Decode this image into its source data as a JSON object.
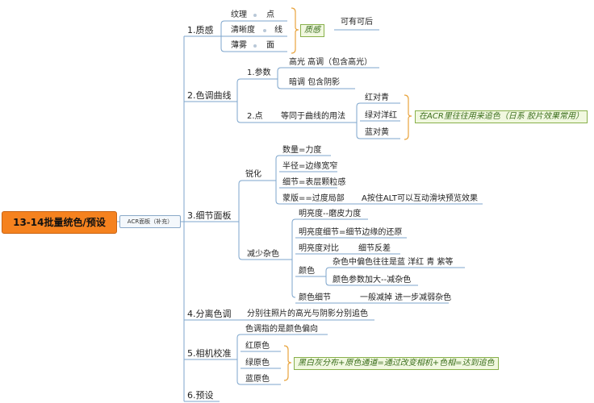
{
  "root": {
    "title": "13-14批量统色/预设",
    "note": "ACR面板（补充）"
  },
  "branches": {
    "texture": {
      "label": "1.质感",
      "items": [
        {
          "left": "纹理",
          "right": "点"
        },
        {
          "left": "清晰度",
          "right": "线"
        },
        {
          "left": "薄雾",
          "right": "面"
        }
      ],
      "box": "质感",
      "box_note": "可有可后"
    },
    "curve": {
      "label": "2.色调曲线",
      "params_label": "1.参数",
      "params": [
        "高光  高调（包含高光）",
        "暗调 包含阴影"
      ],
      "points_label": "2.点",
      "points_note": "等同于曲线的用法",
      "points": [
        "红对青",
        "绿对洋红",
        "蓝对黄"
      ],
      "box": "在ACR里往往用来追色（日系 胶片效果常用）"
    },
    "detail": {
      "label": "3.细节面板",
      "sharpen_label": "锐化",
      "sharpen": [
        "数量=力度",
        "半径=边缘宽窄",
        "细节=表层颗粒感",
        "蒙版==过度局部"
      ],
      "mask_note": "A按住ALT可以互动滑块预览效果",
      "noise_label": "减少杂色",
      "noise": [
        "明亮度--磨皮力度",
        "明亮度细节=细节边缘的还原",
        "明亮度对比"
      ],
      "contrast_note": "细节反差",
      "color_label": "颜色",
      "color_items": [
        "杂色中偏色往往是蓝  洋红  青  紫等",
        "颜色参数加大--减杂色"
      ],
      "color_detail": "颜色细节",
      "color_detail_note": "一般减掉  进一步减弱杂色"
    },
    "split": {
      "label": "4.分离色调",
      "note": "分别往照片的高光与阴影分别追色"
    },
    "calib": {
      "label": "5.相机校准",
      "items": [
        "色调指的是颜色偏向",
        "红原色",
        "绿原色",
        "蓝原色"
      ],
      "box": "黑白灰分布+原色通道=通过改变相机+色相=达到追色"
    },
    "preset": {
      "label": "6.预设"
    }
  },
  "colors": {
    "root_fill": "#f5821f",
    "line": "#7da5cc",
    "bracket": "#e8a33c",
    "green": "#88b04b"
  }
}
